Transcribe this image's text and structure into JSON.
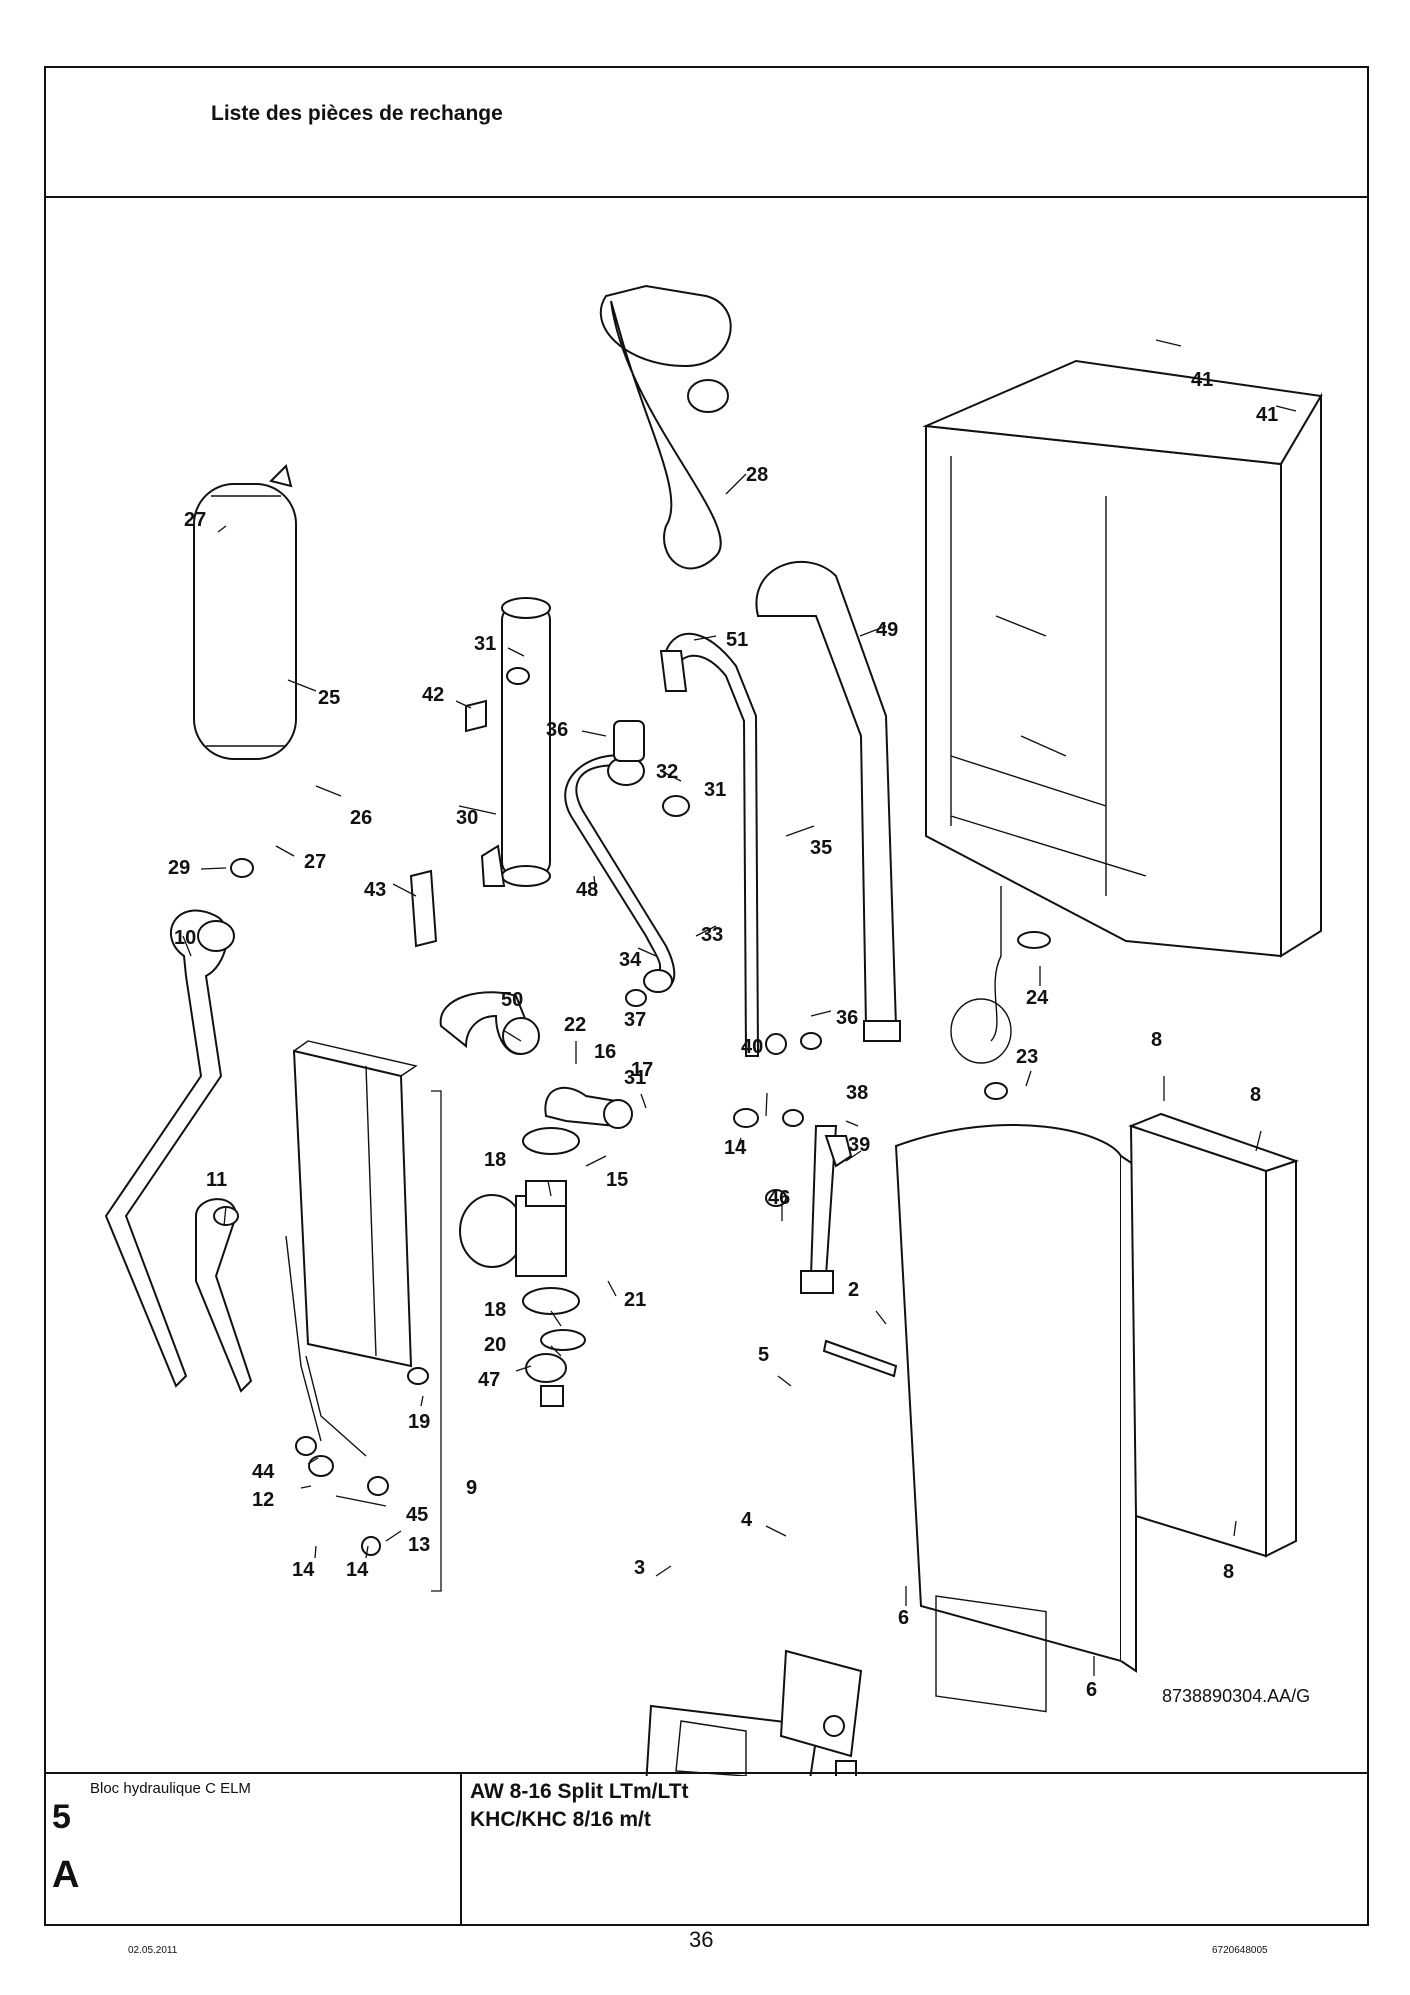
{
  "header": {
    "title": "Liste des pièces de rechange"
  },
  "figure": {
    "reference_code": "8738890304.AA/G",
    "callouts": [
      "41",
      "41",
      "28",
      "27",
      "25",
      "31",
      "51",
      "49",
      "42",
      "36",
      "32",
      "31",
      "26",
      "30",
      "27",
      "29",
      "35",
      "43",
      "48",
      "10",
      "34",
      "33",
      "24",
      "50",
      "22",
      "36",
      "37",
      "31",
      "16",
      "17",
      "40",
      "23",
      "8",
      "38",
      "14",
      "18",
      "15",
      "39",
      "46",
      "8",
      "11",
      "21",
      "2",
      "18",
      "20",
      "47",
      "5",
      "19",
      "44",
      "9",
      "12",
      "45",
      "4",
      "13",
      "14",
      "14",
      "3",
      "6",
      "8",
      "6"
    ]
  },
  "footer": {
    "section_caption": "Bloc hydraulique C ELM",
    "section_number": "5",
    "section_letter": "A",
    "model_line1": "AW 8-16 Split LTm/LTt",
    "model_line2": "KHC/KHC 8/16 m/t"
  },
  "page": {
    "date": "02.05.2011",
    "number": "36",
    "doc_number": "6720648005"
  }
}
